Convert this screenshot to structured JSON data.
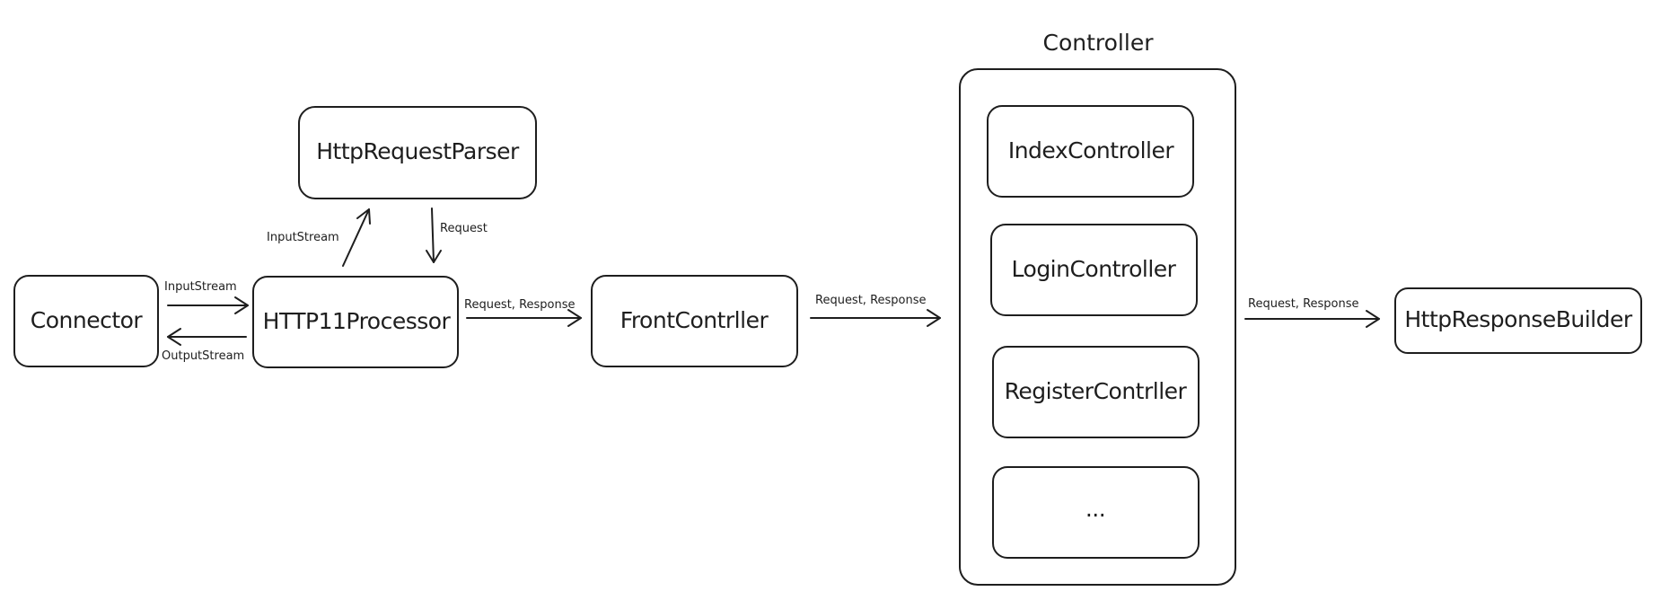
{
  "nodes": {
    "connector": "Connector",
    "http11_processor": "HTTP11Processor",
    "http_request_parser": "HttpRequestParser",
    "front_controller": "FrontContrller",
    "controller_group": "Controller",
    "index_controller": "IndexController",
    "login_controller": "LoginController",
    "register_controller": "RegisterContrller",
    "more_controllers": "...",
    "http_response_builder": "HttpResponseBuilder"
  },
  "edges": {
    "connector_to_processor": "InputStream",
    "processor_to_connector": "OutputStream",
    "processor_to_parser": "InputStream",
    "parser_to_processor": "Request",
    "processor_to_front": "Request, Response",
    "front_to_controller": "Request, Response",
    "controller_to_builder": "Request, Response"
  },
  "colors": {
    "stroke": "#1e1e1e",
    "background": "#ffffff"
  }
}
